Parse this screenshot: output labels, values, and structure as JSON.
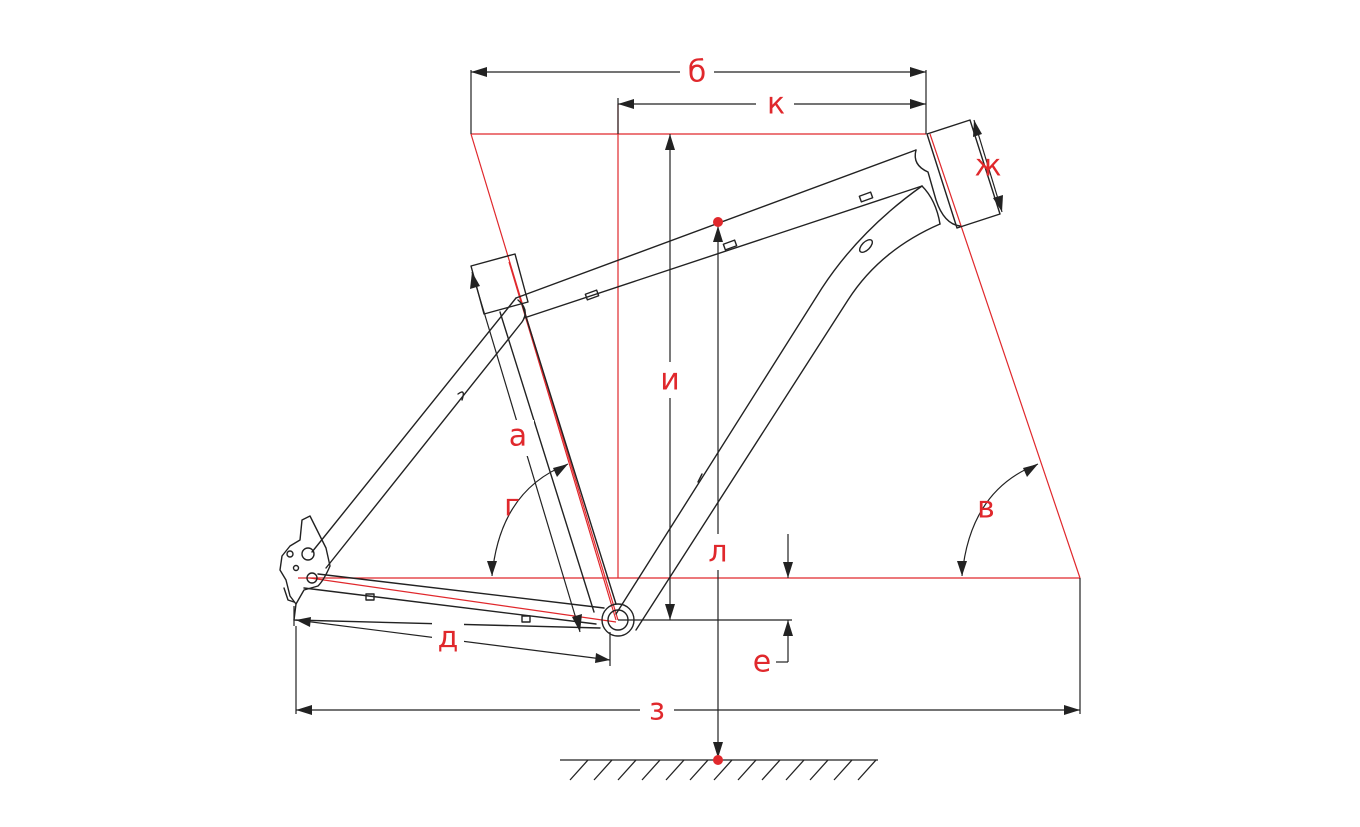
{
  "labels": {
    "a": "а",
    "b": "б",
    "v": "в",
    "g": "г",
    "d": "д",
    "e": "е",
    "zh": "ж",
    "z": "з",
    "i": "и",
    "k": "к",
    "l": "л"
  },
  "colors": {
    "geometry": "#e0282c",
    "frame": "#222222",
    "background": "#ffffff"
  }
}
